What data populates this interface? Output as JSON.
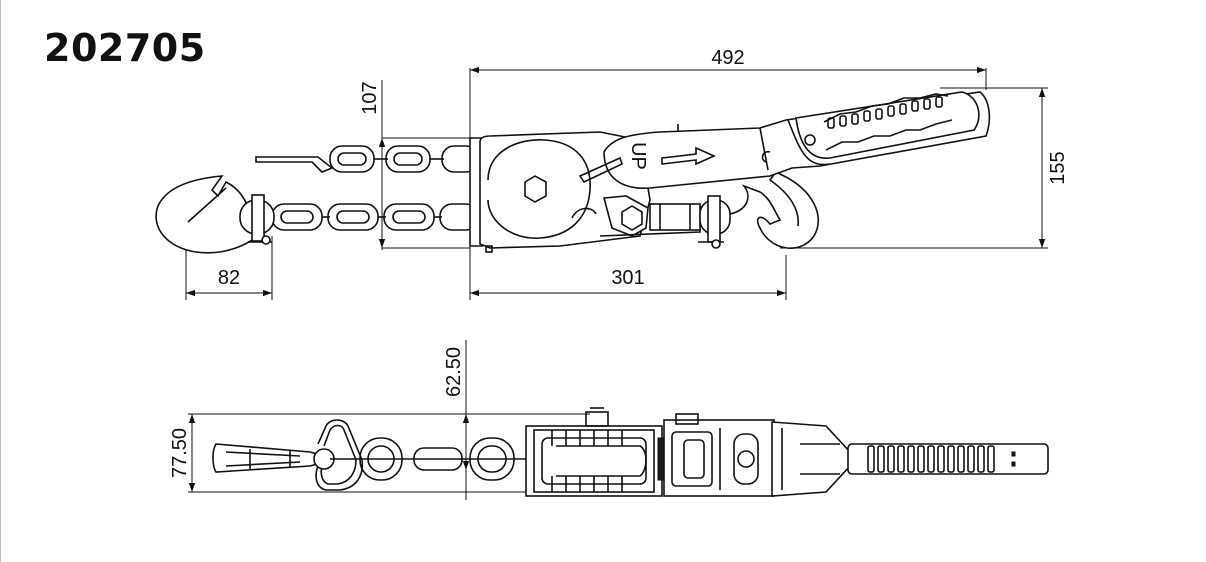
{
  "title": "202705",
  "dimensions": {
    "overall_length": "492",
    "chain_offset": "107",
    "height": "155",
    "hook_width": "82",
    "body_length": "301",
    "top_offset": "62.50",
    "side_width": "77.50"
  },
  "labels": {
    "direction_mark": "UP"
  }
}
